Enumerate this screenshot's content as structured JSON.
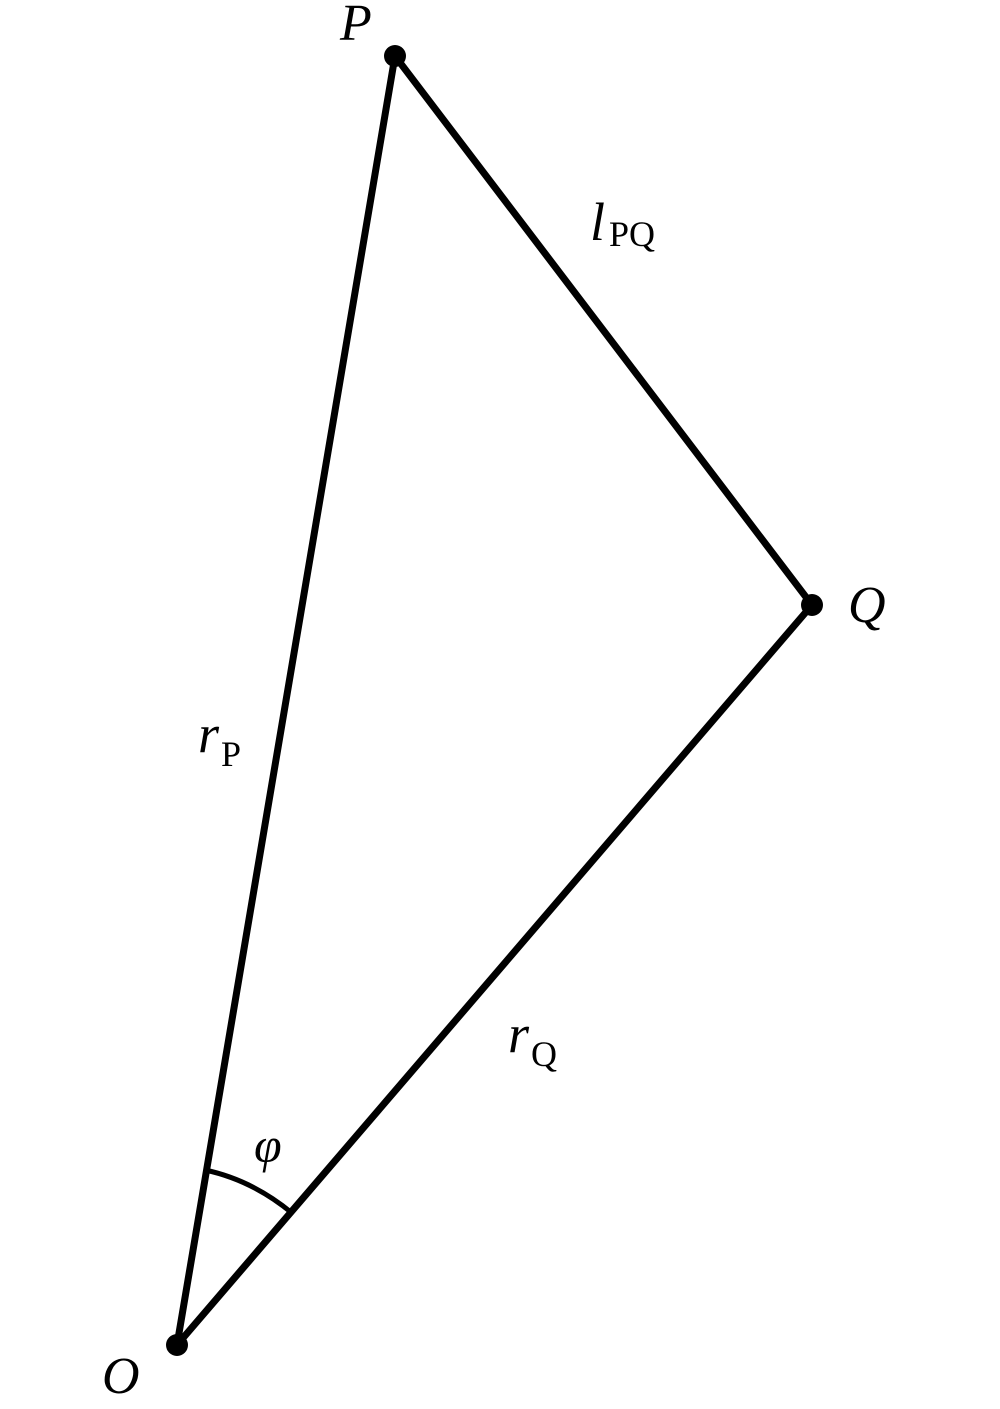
{
  "points": {
    "P": "P",
    "Q": "Q",
    "O": "O"
  },
  "edges": {
    "l_main": "l",
    "l_sub": "PQ",
    "rp_main": "r",
    "rp_sub": "P",
    "rq_main": "r",
    "rq_sub": "Q"
  },
  "angle": "φ",
  "colors": {
    "ink": "#000000",
    "background": "#ffffff"
  }
}
